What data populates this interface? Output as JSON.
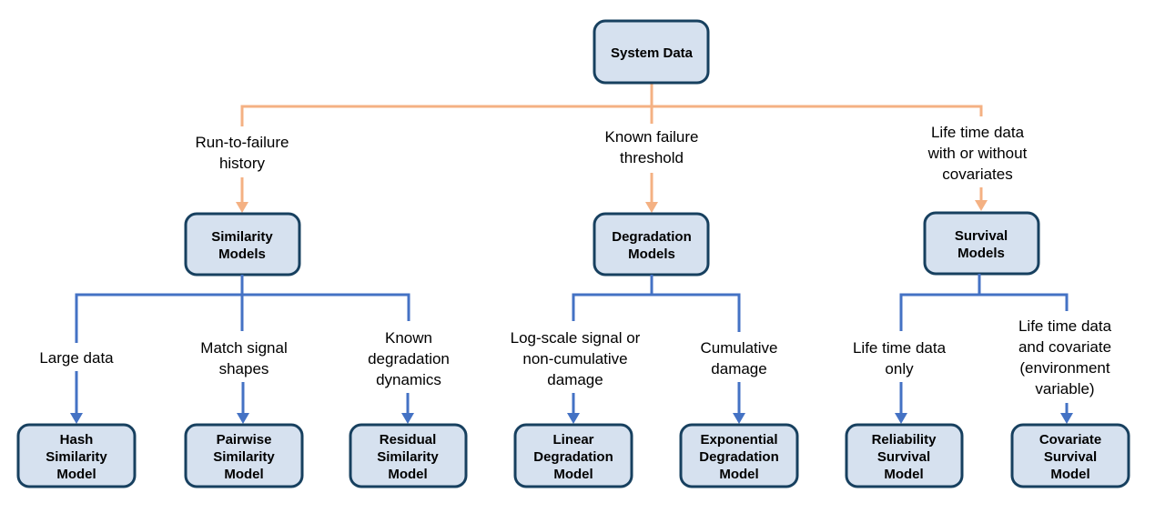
{
  "diagram": {
    "root": {
      "label": "System Data"
    },
    "colors": {
      "top_connector": "#f4b183",
      "sub_connector": "#4472c4",
      "node_fill": "#d6e1ef",
      "node_border": "#17405f"
    },
    "branches": [
      {
        "condition": [
          "Run-to-failure",
          "history"
        ],
        "category": [
          "Similarity",
          "Models"
        ],
        "children": [
          {
            "condition": [
              "Large data"
            ],
            "model": [
              "Hash",
              "Similarity",
              "Model"
            ]
          },
          {
            "condition": [
              "Match signal",
              "shapes"
            ],
            "model": [
              "Pairwise",
              "Similarity",
              "Model"
            ]
          },
          {
            "condition": [
              "Known",
              "degradation",
              "dynamics"
            ],
            "model": [
              "Residual",
              "Similarity",
              "Model"
            ]
          }
        ]
      },
      {
        "condition": [
          "Known failure",
          "threshold"
        ],
        "category": [
          "Degradation",
          "Models"
        ],
        "children": [
          {
            "condition": [
              "Log-scale signal or",
              "non-cumulative",
              "damage"
            ],
            "model": [
              "Linear",
              "Degradation",
              "Model"
            ]
          },
          {
            "condition": [
              "Cumulative",
              "damage"
            ],
            "model": [
              "Exponential",
              "Degradation",
              "Model"
            ]
          }
        ]
      },
      {
        "condition": [
          "Life time data",
          "with or without",
          "covariates"
        ],
        "category": [
          "Survival",
          "Models"
        ],
        "children": [
          {
            "condition": [
              "Life time data",
              "only"
            ],
            "model": [
              "Reliability",
              "Survival",
              "Model"
            ]
          },
          {
            "condition": [
              "Life time data",
              "and covariate",
              "(environment",
              "variable)"
            ],
            "model": [
              "Covariate",
              "Survival",
              "Model"
            ]
          }
        ]
      }
    ]
  }
}
